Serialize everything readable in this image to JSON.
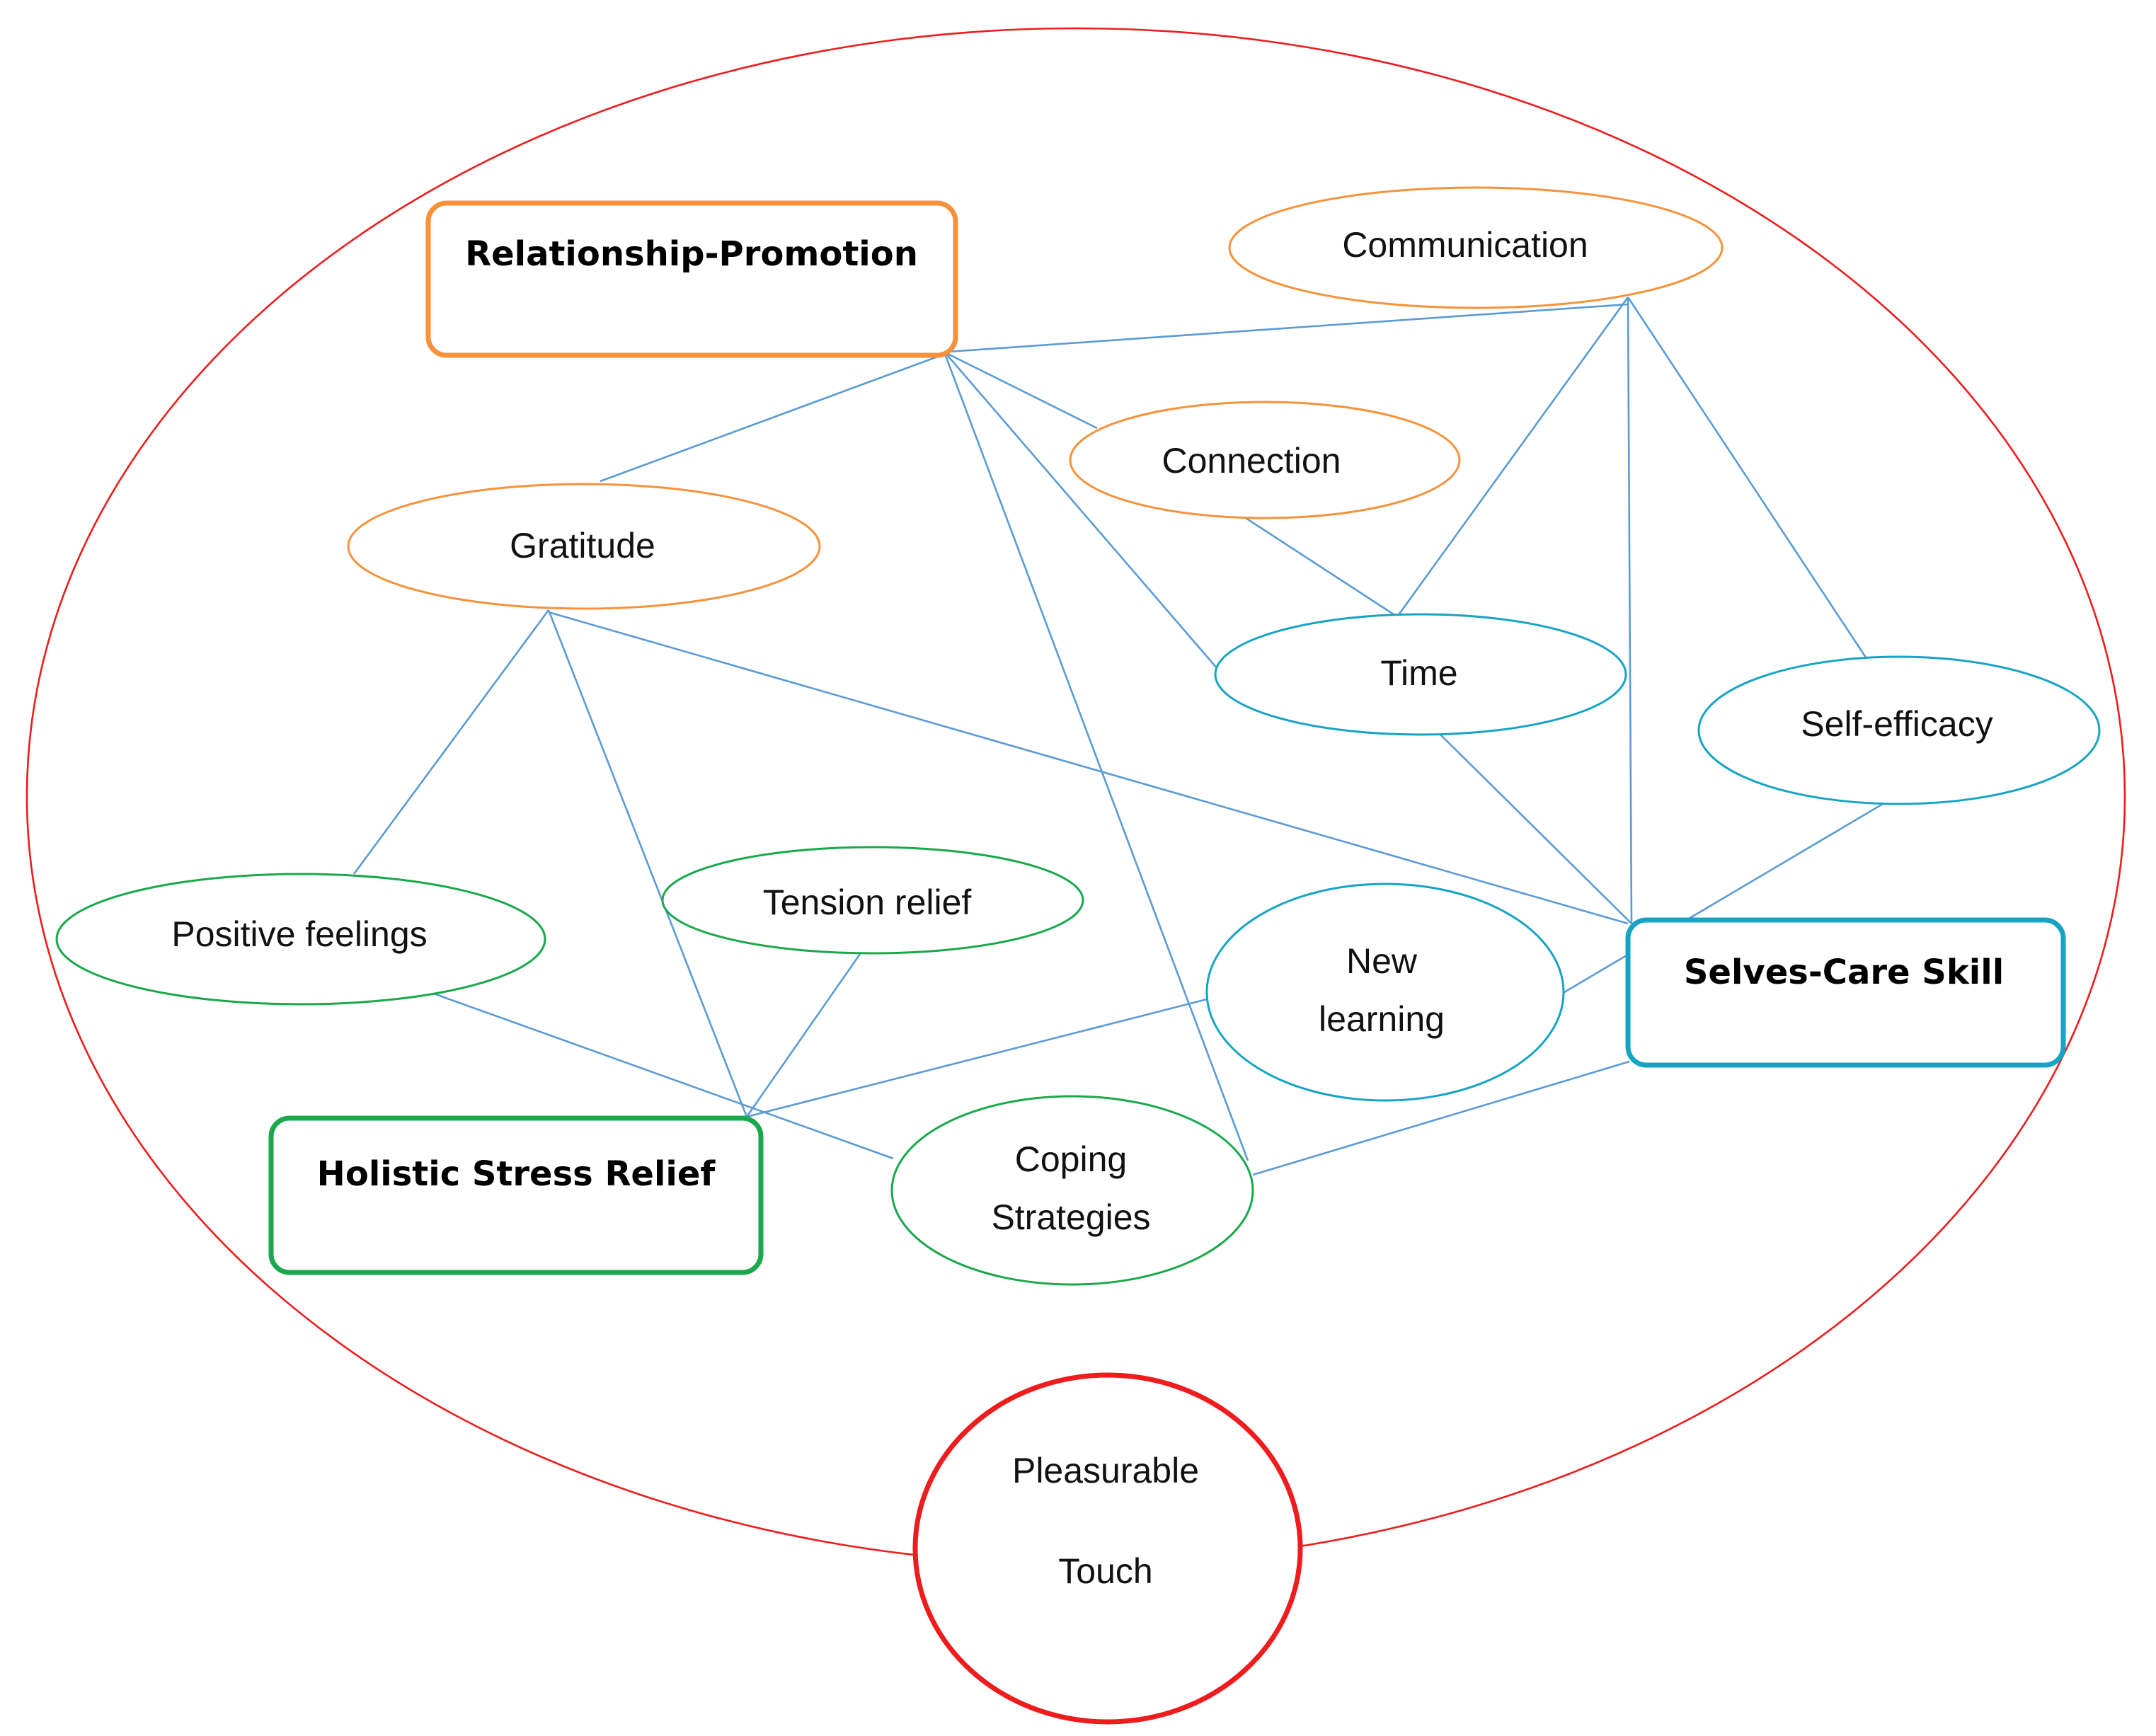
{
  "colors": {
    "outer": "#ee1c1c",
    "relationship": "#f7923a",
    "stress": "#19a84b",
    "skill": "#17a4c4",
    "touch": "#ee1c1c",
    "edge": "#5b9bd5"
  },
  "categories": {
    "relationship_promotion": "Relationship-Promotion",
    "selves_care_skill": "Selves-Care Skill",
    "holistic_stress_relief": "Holistic Stress Relief"
  },
  "nodes": {
    "communication": "Communication",
    "connection": "Connection",
    "gratitude": "Gratitude",
    "time": "Time",
    "self_efficacy": "Self-efficacy",
    "positive_feelings": "Positive feelings",
    "tension_relief": "Tension relief",
    "new_learning": [
      "New",
      "learning"
    ],
    "coping_strategies": [
      "Coping",
      "Strategies"
    ],
    "pleasurable_touch": [
      "Pleasurable",
      "Touch"
    ]
  },
  "edges": [
    [
      "relationship_promotion",
      "communication"
    ],
    [
      "relationship_promotion",
      "gratitude"
    ],
    [
      "relationship_promotion",
      "connection"
    ],
    [
      "relationship_promotion",
      "time"
    ],
    [
      "relationship_promotion",
      "coping_strategies"
    ],
    [
      "communication",
      "time"
    ],
    [
      "communication",
      "selves_care_skill"
    ],
    [
      "communication",
      "self_efficacy"
    ],
    [
      "connection",
      "time"
    ],
    [
      "time",
      "selves_care_skill"
    ],
    [
      "gratitude",
      "positive_feelings"
    ],
    [
      "gratitude",
      "holistic_stress_relief"
    ],
    [
      "gratitude",
      "selves_care_skill"
    ],
    [
      "self_efficacy",
      "new_learning"
    ],
    [
      "positive_feelings",
      "coping_strategies"
    ],
    [
      "tension_relief",
      "holistic_stress_relief"
    ],
    [
      "new_learning",
      "holistic_stress_relief"
    ],
    [
      "selves_care_skill",
      "coping_strategies"
    ]
  ]
}
